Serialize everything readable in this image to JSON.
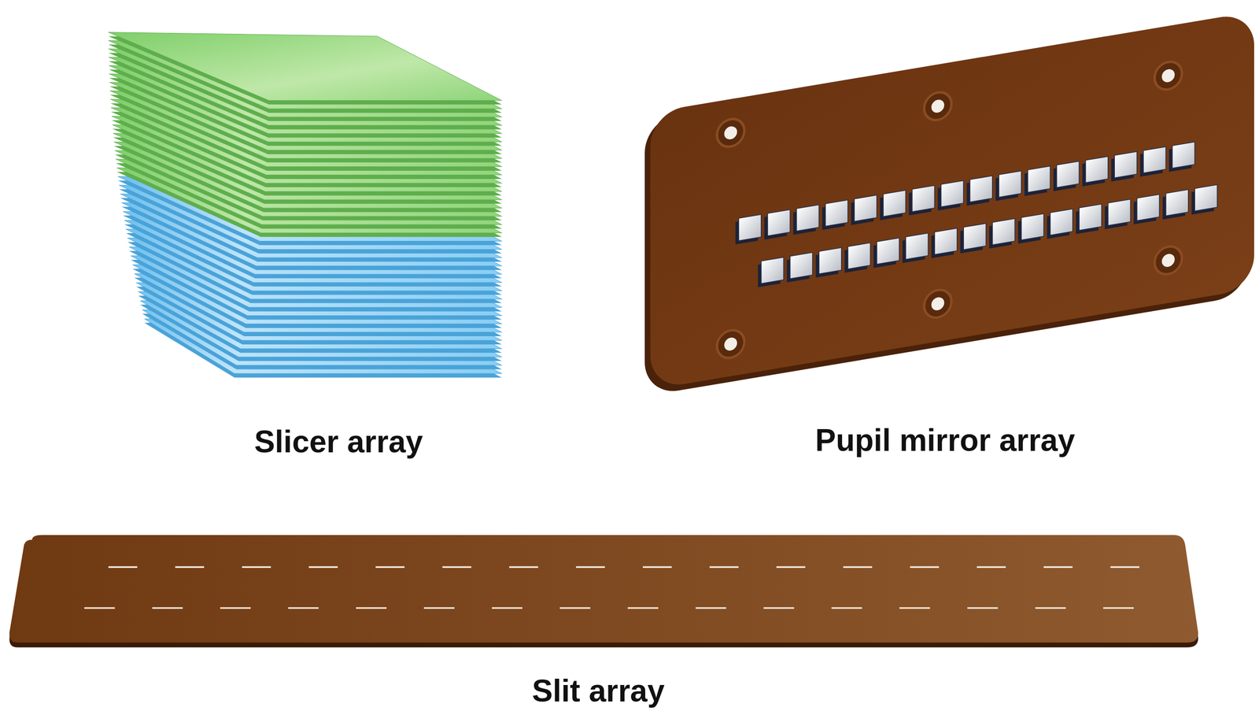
{
  "diagram": {
    "labels": [
      "Slicer array",
      "Pupil mirror array",
      "Slit array"
    ]
  }
}
